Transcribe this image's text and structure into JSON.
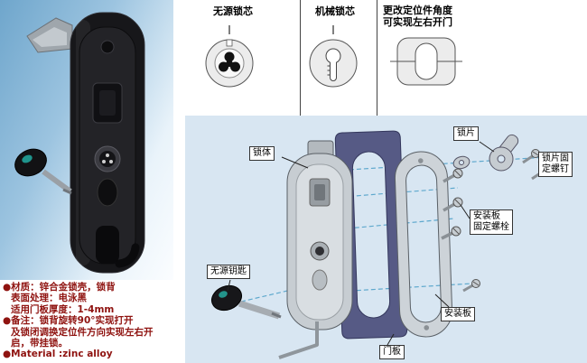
{
  "colors": {
    "accent_text": "#8f1310",
    "diagram_bg": "#d8e6f2",
    "door_panel": "#565a85"
  },
  "specs": {
    "lines": [
      "●材质：锌合金锁壳，锁背",
      "表面处理：电泳黑",
      "适用门板厚度：1-4mm",
      "●备注：锁背旋转90°实现打开",
      "及锁闭调换定位件方向实现左右开",
      "启，带挂锁。",
      "●Material :zinc alloy"
    ]
  },
  "top_panels": [
    {
      "label": "无源锁芯"
    },
    {
      "label": "机械锁芯"
    },
    {
      "label": "更改定位件角度\n可实现左右开门"
    }
  ],
  "callouts": {
    "lock_body": "锁体",
    "lock_piece": "锁片",
    "lock_piece_screw": "锁片固\n定螺钉",
    "mount_bolt": "安装板\n固定螺栓",
    "passive_key": "无源钥匙",
    "mount_plate": "安装板",
    "door_panel": "门板"
  }
}
